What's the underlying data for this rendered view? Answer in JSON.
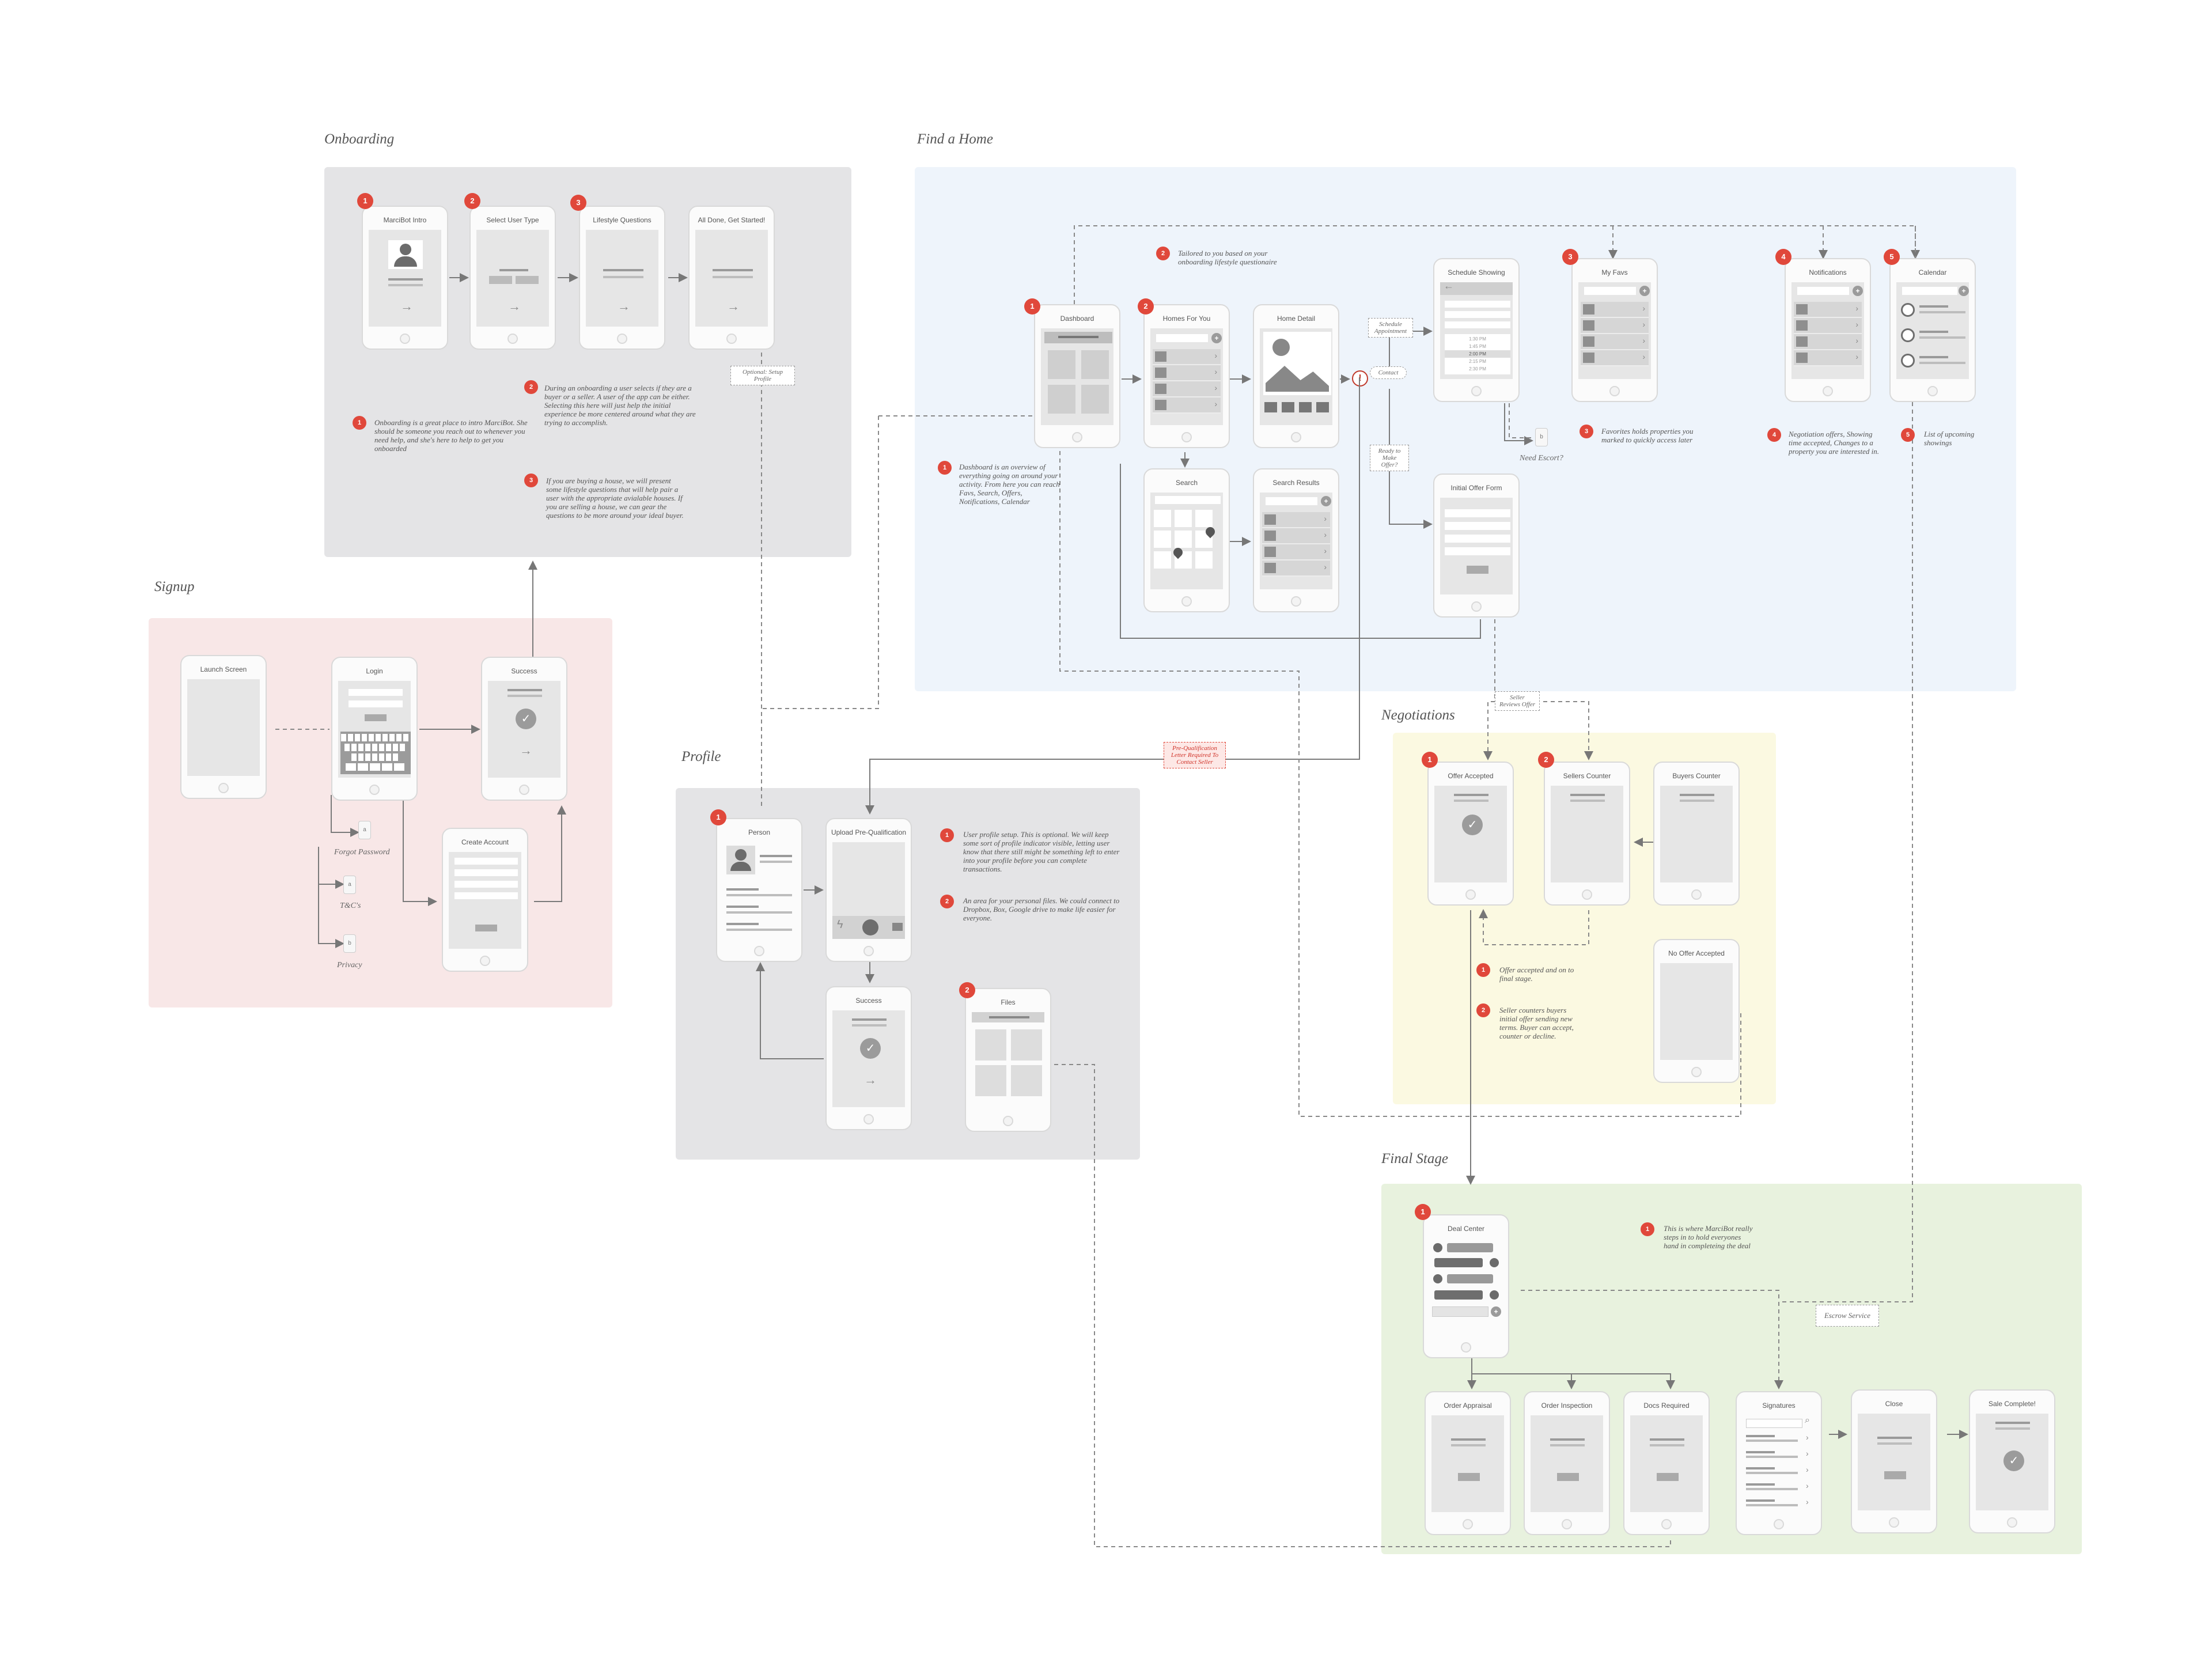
{
  "regions": {
    "onboarding": {
      "title": "Onboarding",
      "color": "#e4e4e6"
    },
    "find_home": {
      "title": "Find a Home",
      "color": "#eef4fb"
    },
    "signup": {
      "title": "Signup",
      "color": "#f8e7e7"
    },
    "profile": {
      "title": "Profile",
      "color": "#e4e4e6"
    },
    "negotiations": {
      "title": "Negotiations",
      "color": "#fbf9e1"
    },
    "final_stage": {
      "title": "Final Stage",
      "color": "#e8f2de"
    }
  },
  "screens": {
    "marcibot_intro": {
      "title": "MarciBot Intro",
      "badge": "1"
    },
    "select_user_type": {
      "title": "Select User Type",
      "badge": "2"
    },
    "lifestyle_questions": {
      "title": "Lifestyle Questions",
      "badge": "3"
    },
    "all_done": {
      "title": "All Done, Get Started!"
    },
    "dashboard": {
      "title": "Dashboard",
      "badge": "1"
    },
    "homes_for_you": {
      "title": "Homes For You",
      "badge": "2"
    },
    "home_detail": {
      "title": "Home Detail"
    },
    "search": {
      "title": "Search"
    },
    "search_results": {
      "title": "Search Results"
    },
    "schedule_showing": {
      "title": "Schedule Showing",
      "times": [
        "1:30 PM",
        "1:45 PM",
        "2:00 PM",
        "2:15 PM",
        "2:30 PM"
      ]
    },
    "initial_offer_form": {
      "title": "Initial Offer Form"
    },
    "my_favs": {
      "title": "My Favs",
      "badge": "3"
    },
    "notifications": {
      "title": "Notifications",
      "badge": "4"
    },
    "calendar": {
      "title": "Calendar",
      "badge": "5"
    },
    "launch_screen": {
      "title": "Launch Screen"
    },
    "login": {
      "title": "Login"
    },
    "signup_success": {
      "title": "Success"
    },
    "create_account": {
      "title": "Create Account"
    },
    "person": {
      "title": "Person",
      "badge": "1"
    },
    "upload_prequal": {
      "title": "Upload Pre-Qualification"
    },
    "profile_success": {
      "title": "Success"
    },
    "files": {
      "title": "Files",
      "badge": "2"
    },
    "offer_accepted": {
      "title": "Offer Accepted",
      "badge": "1"
    },
    "sellers_counter": {
      "title": "Sellers Counter",
      "badge": "2"
    },
    "buyers_counter": {
      "title": "Buyers Counter"
    },
    "no_offer_accepted": {
      "title": "No Offer Accepted"
    },
    "deal_center": {
      "title": "Deal Center",
      "badge": "1"
    },
    "order_appraisal": {
      "title": "Order Appraisal"
    },
    "order_inspection": {
      "title": "Order Inspection"
    },
    "docs_required": {
      "title": "Docs Required"
    },
    "signatures": {
      "title": "Signatures"
    },
    "close": {
      "title": "Close"
    },
    "sale_complete": {
      "title": "Sale Complete!"
    }
  },
  "notes": {
    "onboarding_1": {
      "badge": "1",
      "text": "Onboarding is a great place to intro MarciBot. She should be someone you reach out to whenever you need help, and she's here to help to get you onboarded"
    },
    "onboarding_2": {
      "badge": "2",
      "text": "During an onboarding a user selects if they are a buyer or a seller. A user of the app can be either. Selecting this here will just help the initial experience be more centered around what they are trying to accomplish."
    },
    "onboarding_3": {
      "badge": "3",
      "text": "If you are buying a house, we will present some lifestyle questions that will help pair a user with the appropriate avialable houses. If you are selling a house, we can gear the questions to be more around your ideal buyer."
    },
    "find_1": {
      "badge": "1",
      "text": "Dashboard is an overview of everything going on around your activity. From here you can reach Favs, Search, Offers, Notifications, Calendar"
    },
    "find_2": {
      "badge": "2",
      "text": "Tailored to you based on your onboarding lifestyle questionaire"
    },
    "find_3": {
      "badge": "3",
      "text": "Favorites holds properties you marked to quickly access later"
    },
    "find_4": {
      "badge": "4",
      "text": "Negotiation offers, Showing time accepted, Changes to a property you are interested in."
    },
    "find_5": {
      "badge": "5",
      "text": "List of upcoming showings"
    },
    "profile_1": {
      "badge": "1",
      "text": "User profile setup. This is optional. We will keep some sort of profile indicator visible, letting user know that there still might be something left to enter into your profile before you can complete transactions."
    },
    "profile_2": {
      "badge": "2",
      "text": "An area for your personal files. We could connect to Dropbox, Box, Google drive to make life easier for everyone."
    },
    "neg_1": {
      "badge": "1",
      "text": "Offer accepted and on to final stage."
    },
    "neg_2": {
      "badge": "2",
      "text": "Seller counters buyers initial offer sending new terms. Buyer can accept, counter or decline."
    },
    "final_1": {
      "badge": "1",
      "text": "This is where MarciBot really steps in to hold everyones hand in completeing the deal"
    }
  },
  "tags": {
    "optional_setup_profile": "Optional: Setup Profile",
    "schedule_appointment": "Schedule Appointment",
    "contact": "Contact",
    "ready_to_make_offer": "Ready to Make Offer?",
    "pre_qualification": "Pre-Qualification Letter Required To Contact Seller",
    "seller_reviews_offer": "Seller Reviews Offer",
    "escrow_service": "Escrow Service",
    "need_escort": "Need Escort?"
  },
  "signup_links": {
    "forgot_password": "Forgot Password",
    "tcs": "T&C's",
    "privacy": "Privacy"
  },
  "mini_screens": {
    "forgot": "a",
    "tcs": "a",
    "privacy": "b",
    "escort": "b"
  },
  "colors": {
    "accent": "#e0483b",
    "line": "#777777"
  }
}
